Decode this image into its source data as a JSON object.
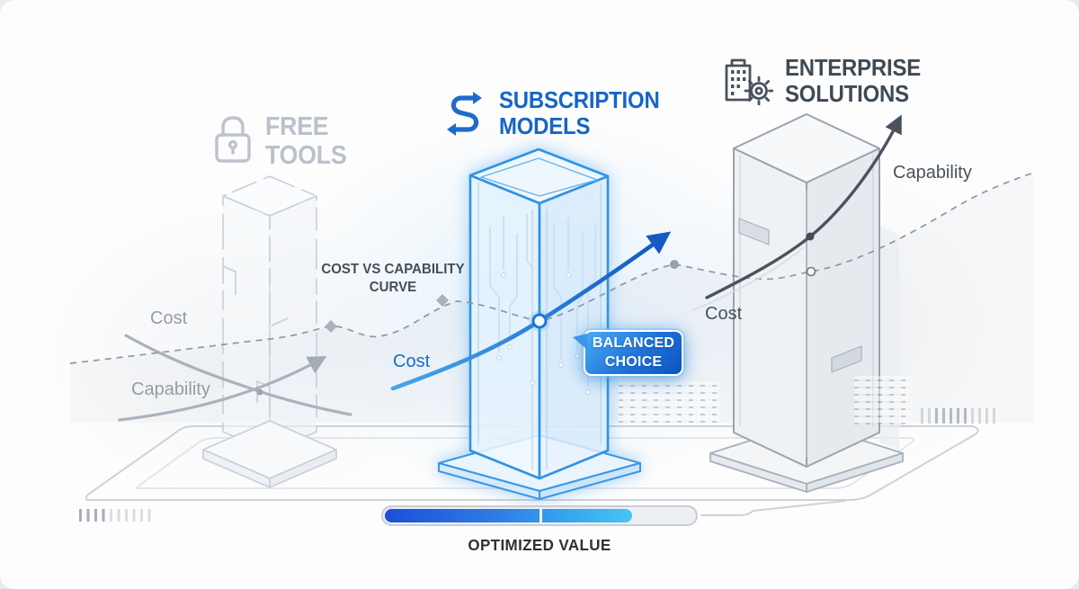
{
  "tiers": {
    "free": {
      "line1": "FREE",
      "line2": "TOOLS",
      "icon": "lock-icon",
      "color": "#b9c1cb"
    },
    "subscription": {
      "line1": "SUBSCRIPTION",
      "line2": "MODELS",
      "icon": "sync-s-arrows-icon",
      "color": "#1565c8"
    },
    "enterprise": {
      "line1": "ENTERPRISE",
      "line2": "SOLUTIONS",
      "icon": "building-gear-icon",
      "color": "#3e4953"
    }
  },
  "chart": {
    "caption_line1": "COST VS CAPABILITY",
    "caption_line2": "CURVE",
    "left": {
      "cost": "Cost",
      "capability": "Capability"
    },
    "middle": {
      "cost": "Cost"
    },
    "right": {
      "cost": "Cost",
      "capability": "Capability"
    }
  },
  "badge": {
    "line1": "BALANCED",
    "line2": "CHOICE"
  },
  "footer": {
    "label": "OPTIMIZED VALUE",
    "progress_percent": 79,
    "tick_percent": 50
  },
  "colors": {
    "accent_blue": "#1565c8",
    "free_gray": "#b9c1cb",
    "enterprise_dark": "#3e4953",
    "badge_gradient_from": "#4aabf3",
    "badge_gradient_to": "#0d54c0",
    "progress_from": "#1b4fd7",
    "progress_to": "#49c3f5",
    "curve_gray": "#a9b1bc",
    "curve_dark": "#4a535d"
  }
}
